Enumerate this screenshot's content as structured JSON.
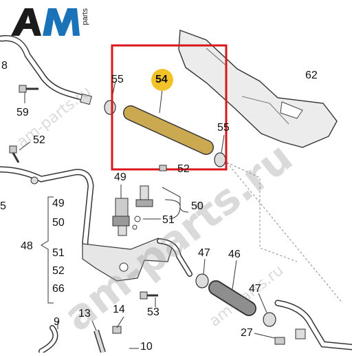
{
  "brand": {
    "logo_text": "AM",
    "logo_sub": "parts",
    "accent": "#1a73b8",
    "dark": "#1b1b1b"
  },
  "watermark": {
    "big": "am-parts.ru",
    "small": "am-parts.ru"
  },
  "highlight": {
    "part": "54",
    "frame_color": "#d9161c",
    "badge_color": "#f2c229"
  },
  "callouts": {
    "c8": "8",
    "c59": "59",
    "c55a": "55",
    "c54": "54",
    "c62": "62",
    "c55b": "55",
    "c52a": "52",
    "c52b": "52",
    "c49a": "49",
    "c5": "5",
    "c49b": "49",
    "c50a": "50",
    "c50b": "50",
    "c51a": "51",
    "c48": "48",
    "c51b": "51",
    "c52c": "52",
    "c66": "66",
    "c47a": "47",
    "c46": "46",
    "c47b": "47",
    "c53": "53",
    "c9": "9",
    "c13": "13",
    "c14": "14",
    "c10": "10",
    "c27": "27"
  }
}
